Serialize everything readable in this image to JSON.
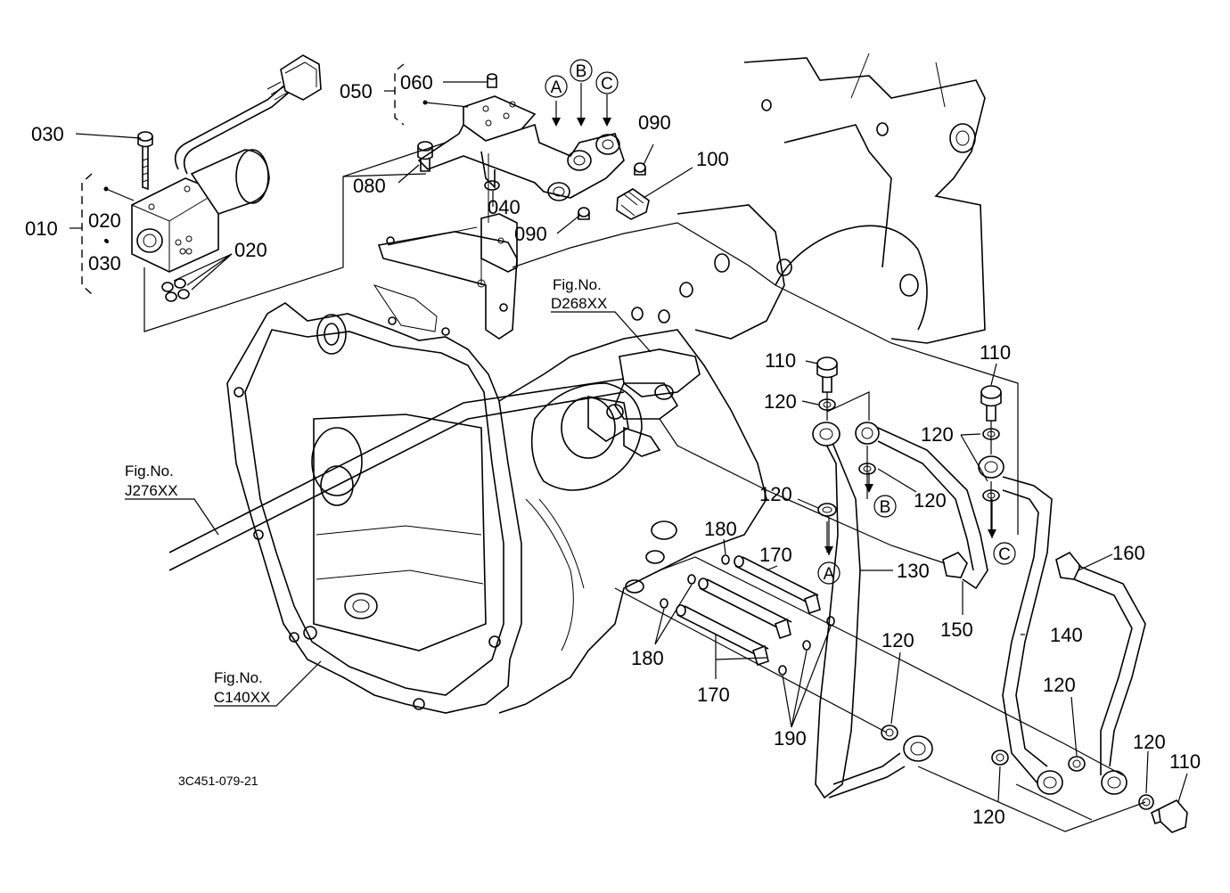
{
  "figure_code": "3C451-079-21",
  "callouts": [
    {
      "id": "c010",
      "text": "010"
    },
    {
      "id": "c020a",
      "text": "020"
    },
    {
      "id": "c020b",
      "text": "020"
    },
    {
      "id": "c030a",
      "text": "030"
    },
    {
      "id": "c030b",
      "text": "030"
    },
    {
      "id": "c040",
      "text": "040"
    },
    {
      "id": "c050",
      "text": "050"
    },
    {
      "id": "c060",
      "text": "060"
    },
    {
      "id": "c080",
      "text": "080"
    },
    {
      "id": "c090a",
      "text": "090"
    },
    {
      "id": "c090b",
      "text": "090"
    },
    {
      "id": "c100",
      "text": "100"
    },
    {
      "id": "c110a",
      "text": "110"
    },
    {
      "id": "c110b",
      "text": "110"
    },
    {
      "id": "c110c",
      "text": "110"
    },
    {
      "id": "c120a",
      "text": "120"
    },
    {
      "id": "c120b",
      "text": "120"
    },
    {
      "id": "c120c",
      "text": "120"
    },
    {
      "id": "c120d",
      "text": "120"
    },
    {
      "id": "c120e",
      "text": "120"
    },
    {
      "id": "c120f",
      "text": "120"
    },
    {
      "id": "c120g",
      "text": "120"
    },
    {
      "id": "c120h",
      "text": "120"
    },
    {
      "id": "c130",
      "text": "130"
    },
    {
      "id": "c140",
      "text": "140"
    },
    {
      "id": "c150",
      "text": "150"
    },
    {
      "id": "c160",
      "text": "160"
    },
    {
      "id": "c170a",
      "text": "170"
    },
    {
      "id": "c170b",
      "text": "170"
    },
    {
      "id": "c180a",
      "text": "180"
    },
    {
      "id": "c180b",
      "text": "180"
    },
    {
      "id": "c190",
      "text": "190"
    }
  ],
  "port_markers": {
    "a_top": "A",
    "b_top": "B",
    "c_top": "C",
    "a_low": "A",
    "b_low": "B",
    "c_low": "C"
  },
  "figure_refs": [
    {
      "id": "d268",
      "line1": "Fig.No.",
      "line2": "D268XX"
    },
    {
      "id": "j276",
      "line1": "Fig.No.",
      "line2": "J276XX"
    },
    {
      "id": "c140",
      "line1": "Fig.No.",
      "line2": "C140XX"
    }
  ]
}
